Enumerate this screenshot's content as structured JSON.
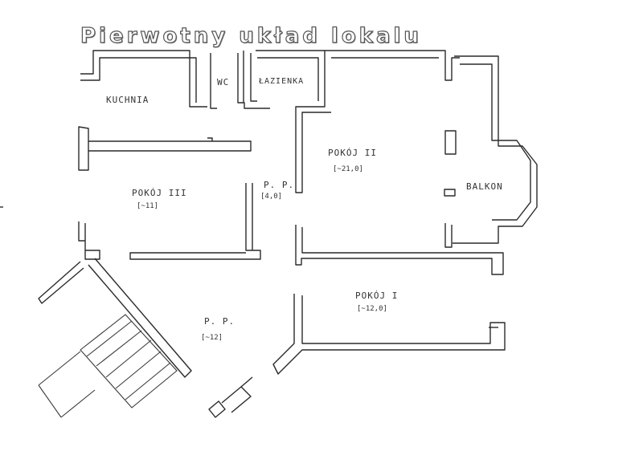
{
  "title": "Pierwotny układ lokalu",
  "rooms": {
    "kuchnia": "KUCHNIA",
    "wc": "WC",
    "lazienka": "ŁAZIENKA",
    "pokoj2": "POKÓJ II",
    "pokoj2_area": "[~21,0]",
    "balkon": "BALKON",
    "pp1": "P. P.",
    "pp1_area": "[4,0]",
    "pokoj3": "POKÓJ III",
    "pokoj3_area": "[~11]",
    "pokoj1": "POKÓJ I",
    "pokoj1_area": "[~12,0]",
    "pp2": "P. P.",
    "pp2_area": "[~12]"
  }
}
